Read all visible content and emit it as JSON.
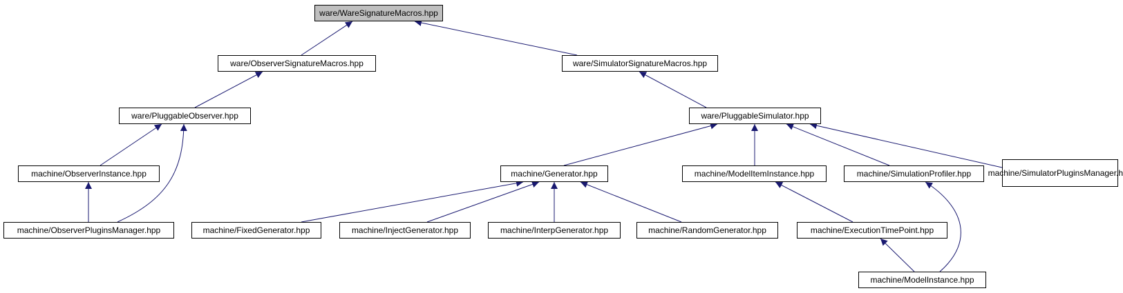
{
  "graph": {
    "edge_color": "#191970",
    "root_fill": "#bfbfbf",
    "nodes": [
      {
        "id": "n0",
        "lines": [
          "ware/WareSignatureMacros.hpp"
        ],
        "root": true
      },
      {
        "id": "n1",
        "lines": [
          "ware/ObserverSignatureMacros.hpp"
        ]
      },
      {
        "id": "n2",
        "lines": [
          "ware/SimulatorSignatureMacros.hpp"
        ]
      },
      {
        "id": "n3",
        "lines": [
          "ware/PluggableObserver.hpp"
        ]
      },
      {
        "id": "n4",
        "lines": [
          "ware/PluggableSimulator.hpp"
        ]
      },
      {
        "id": "n5",
        "lines": [
          "machine/ObserverInstance.hpp"
        ]
      },
      {
        "id": "n6",
        "lines": [
          "machine/ObserverPluginsManager.hpp"
        ]
      },
      {
        "id": "n7",
        "lines": [
          "machine/Generator.hpp"
        ]
      },
      {
        "id": "n8",
        "lines": [
          "machine/ModelItemInstance.hpp"
        ]
      },
      {
        "id": "n9",
        "lines": [
          "machine/SimulationProfiler.hpp"
        ]
      },
      {
        "id": "n10",
        "lines": [
          "machine/SimulatorPlugins",
          "Manager.hpp"
        ]
      },
      {
        "id": "n11",
        "lines": [
          "machine/FixedGenerator.hpp"
        ]
      },
      {
        "id": "n12",
        "lines": [
          "machine/InjectGenerator.hpp"
        ]
      },
      {
        "id": "n13",
        "lines": [
          "machine/InterpGenerator.hpp"
        ]
      },
      {
        "id": "n14",
        "lines": [
          "machine/RandomGenerator.hpp"
        ]
      },
      {
        "id": "n15",
        "lines": [
          "machine/ExecutionTimePoint.hpp"
        ]
      },
      {
        "id": "n16",
        "lines": [
          "machine/ModelInstance.hpp"
        ]
      }
    ],
    "edges": [
      {
        "from": "n1",
        "to": "n0"
      },
      {
        "from": "n2",
        "to": "n0"
      },
      {
        "from": "n3",
        "to": "n1"
      },
      {
        "from": "n4",
        "to": "n2"
      },
      {
        "from": "n5",
        "to": "n3"
      },
      {
        "from": "n6",
        "to": "n3"
      },
      {
        "from": "n6",
        "to": "n5"
      },
      {
        "from": "n7",
        "to": "n4"
      },
      {
        "from": "n8",
        "to": "n4"
      },
      {
        "from": "n9",
        "to": "n4"
      },
      {
        "from": "n10",
        "to": "n4"
      },
      {
        "from": "n11",
        "to": "n7"
      },
      {
        "from": "n12",
        "to": "n7"
      },
      {
        "from": "n13",
        "to": "n7"
      },
      {
        "from": "n14",
        "to": "n7"
      },
      {
        "from": "n15",
        "to": "n8"
      },
      {
        "from": "n16",
        "to": "n15"
      },
      {
        "from": "n16",
        "to": "n9"
      }
    ]
  }
}
